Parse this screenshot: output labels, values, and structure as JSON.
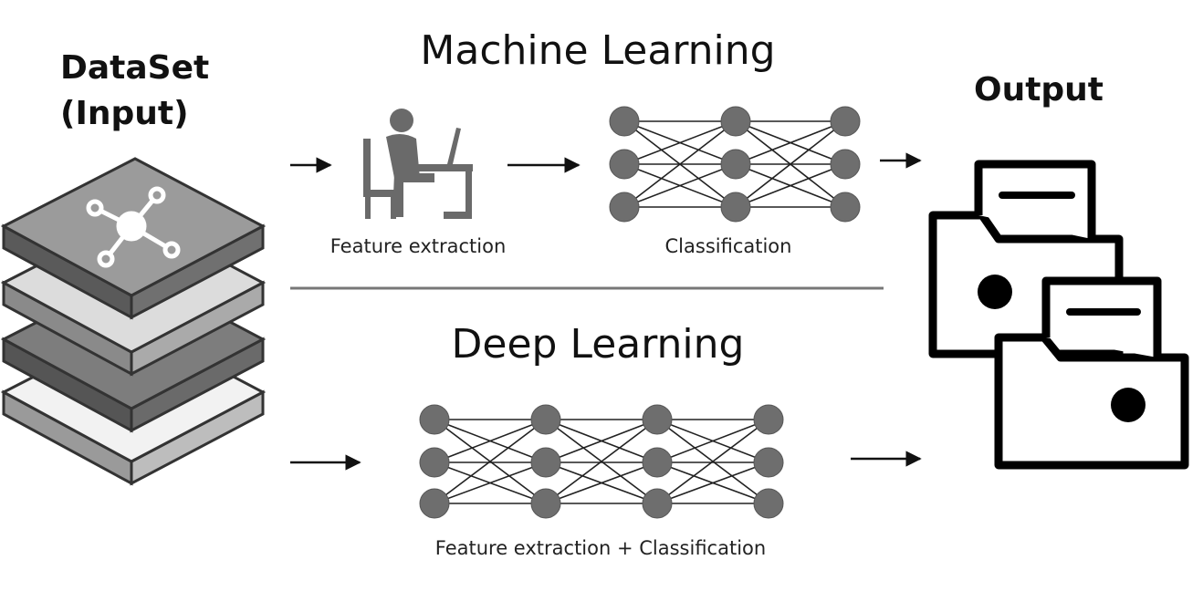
{
  "input": {
    "title_line1": "DataSet",
    "title_line2": "(Input)",
    "icon": "stacked-layers-icon"
  },
  "machine_learning": {
    "title": "Machine Learning",
    "step1_label": "Feature extraction",
    "step1_icon": "person-at-desk-icon",
    "step2_label": "Classification",
    "step2_icon": "neural-network-icon"
  },
  "deep_learning": {
    "title": "Deep Learning",
    "label": "Feature extraction + Classification",
    "icon": "neural-network-icon"
  },
  "output": {
    "title": "Output",
    "icon": "folders-icon"
  },
  "colors": {
    "node_fill": "#6e6e6e",
    "line": "#222222",
    "layer_dark": "#7d7d7d",
    "layer_light": "#dcdcdc"
  }
}
